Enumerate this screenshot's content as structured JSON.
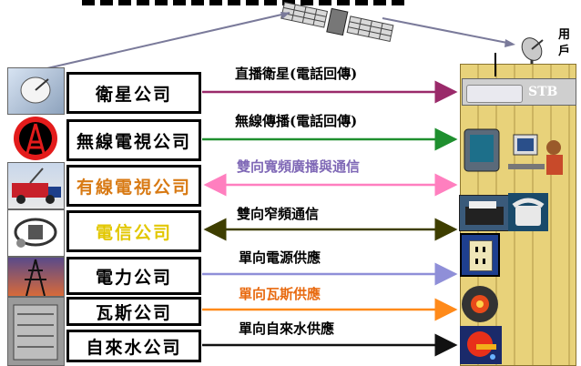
{
  "top_caption": "用戶",
  "providers": [
    {
      "label": "衛星公司",
      "color": "#000000"
    },
    {
      "label": "無線電視公司",
      "color": "#000000"
    },
    {
      "label": "有線電視公司",
      "color": "#d87a14"
    },
    {
      "label": "電信公司",
      "color": "#e2c700"
    },
    {
      "label": "電力公司",
      "color": "#000000"
    },
    {
      "label": "瓦斯公司",
      "color": "#000000"
    },
    {
      "label": "自來水公司",
      "color": "#000000"
    }
  ],
  "links": [
    {
      "label": "直播衛星(電話回傳)",
      "text_color": "#000000",
      "line_color": "#9a2a6a",
      "direction": "right"
    },
    {
      "label": "無線傳播(電話回傳)",
      "text_color": "#000000",
      "line_color": "#1f8f2f",
      "direction": "right"
    },
    {
      "label": "雙向寬頻廣播與通信",
      "text_color": "#7f68b6",
      "line_color": "#ff7fbf",
      "direction": "both"
    },
    {
      "label": "雙向窄頻通信",
      "text_color": "#000000",
      "line_color": "#3e3e00",
      "direction": "both"
    },
    {
      "label": "單向電源供應",
      "text_color": "#000000",
      "line_color": "#8f8fd8",
      "direction": "right"
    },
    {
      "label": "單向瓦斯供應",
      "text_color": "#e86a10",
      "line_color": "#ff8a1a",
      "direction": "right"
    },
    {
      "label": "單向自來水供應",
      "text_color": "#000000",
      "line_color": "#111111",
      "direction": "right"
    }
  ],
  "stb_label": "STB",
  "icons": [
    "satellite-dish-icon",
    "broadcast-tower-icon",
    "cable-truck-icon",
    "telecom-icon",
    "power-line-icon",
    "gas-meter-icon",
    "satellite-icon",
    "user-dish-icon",
    "computer-icon",
    "fax-icon",
    "telephone-icon",
    "power-outlet-icon",
    "gas-icon",
    "water-faucet-icon"
  ]
}
